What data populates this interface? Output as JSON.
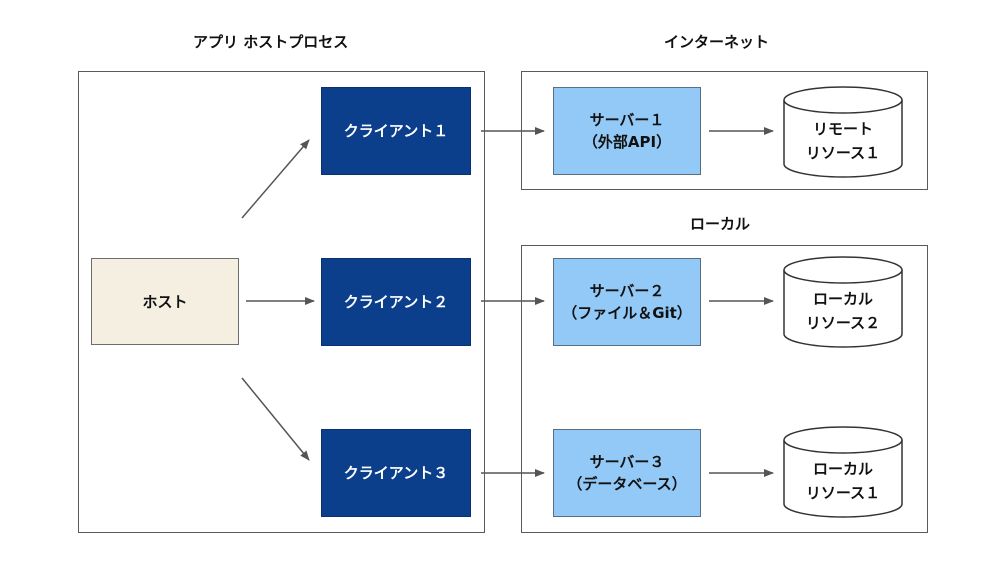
{
  "groups": {
    "app_host": {
      "title": "アプリ ホストプロセス"
    },
    "internet": {
      "title": "インターネット"
    },
    "local": {
      "title": "ローカル"
    }
  },
  "host": {
    "label": "ホスト"
  },
  "clients": [
    {
      "label": "クライアント１"
    },
    {
      "label": "クライアント２"
    },
    {
      "label": "クライアント３"
    }
  ],
  "servers": [
    {
      "line1": "サーバー１",
      "line2": "（外部API）"
    },
    {
      "line1": "サーバー２",
      "line2": "（ファイル＆Git）"
    },
    {
      "line1": "サーバー３",
      "line2": "（データベース）"
    }
  ],
  "resources": [
    {
      "line1": "リモート",
      "line2": "リソース１"
    },
    {
      "line1": "ローカル",
      "line2": "リソース２"
    },
    {
      "line1": "ローカル",
      "line2": "リソース１"
    }
  ],
  "colors": {
    "host_fill": "#f5efe2",
    "client_fill": "#0b3f8c",
    "server_fill": "#93c9f7",
    "border": "#5a5a5a",
    "arrow": "#555555"
  }
}
